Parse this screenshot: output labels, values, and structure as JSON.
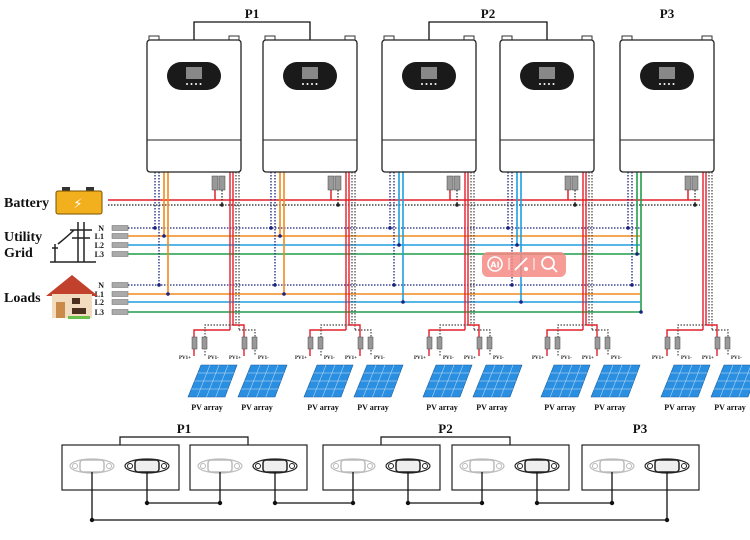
{
  "top_groups": [
    {
      "label": "P1",
      "inverters": 2,
      "phase_color": "#f08a1c"
    },
    {
      "label": "P2",
      "inverters": 2,
      "phase_color": "#1e9ee0"
    },
    {
      "label": "P3",
      "inverters": 1,
      "phase_color": "#1f9e4a"
    }
  ],
  "left_labels": {
    "battery": "Battery",
    "utility_line1": "Utility",
    "utility_line2": "Grid",
    "loads": "Loads"
  },
  "phases": [
    {
      "label": "N",
      "color": "#1a237e"
    },
    {
      "label": "L1",
      "color": "#f08a1c"
    },
    {
      "label": "L2",
      "color": "#1e9ee0"
    },
    {
      "label": "L3",
      "color": "#1f9e4a"
    }
  ],
  "pv": {
    "label": "PV array",
    "plus_label": "PV1+",
    "minus_label": "PV1-"
  },
  "bottom_groups": [
    {
      "label": "P1",
      "units": 2
    },
    {
      "label": "P2",
      "units": 2
    },
    {
      "label": "P3",
      "units": 1
    }
  ],
  "colors": {
    "battery_positive": "#e3202a",
    "battery_negative": "#222222",
    "panel": "#2a8fe0"
  },
  "overlay_toolbar": {
    "ai_label": "AI",
    "icons": [
      "ai-icon",
      "edit-icon",
      "search-icon"
    ]
  }
}
